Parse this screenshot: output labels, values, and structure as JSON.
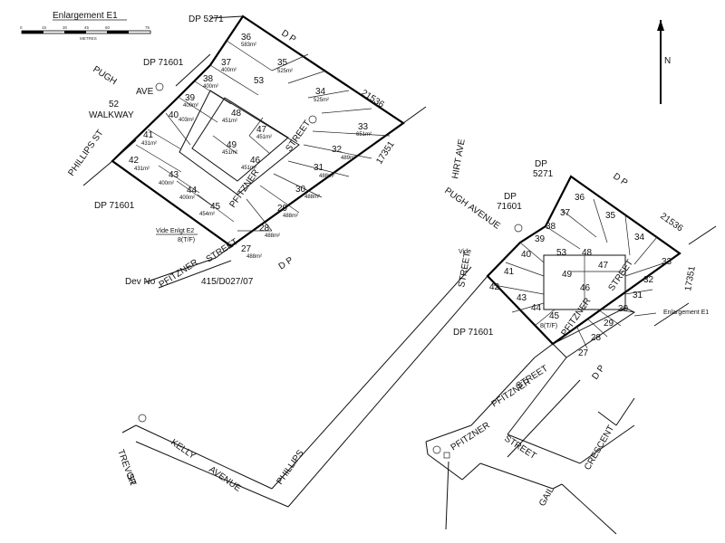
{
  "title": "Enlargement E1",
  "scale_bar": {
    "ticks": [
      "0",
      "15",
      "30",
      "45",
      "60",
      "75"
    ],
    "unit": "METRES"
  },
  "enlargement": {
    "lots": [
      {
        "n": "36",
        "area": "583m²"
      },
      {
        "n": "37",
        "area": "400m²"
      },
      {
        "n": "38",
        "area": "400m²"
      },
      {
        "n": "39",
        "area": "400m²"
      },
      {
        "n": "40",
        "area": "403m²"
      },
      {
        "n": "41",
        "area": "431m²"
      },
      {
        "n": "42",
        "area": "431m²"
      },
      {
        "n": "43",
        "area": "400m²"
      },
      {
        "n": "44",
        "area": "400m²"
      },
      {
        "n": "45",
        "area": "454m²"
      },
      {
        "n": "46",
        "area": "451m²"
      },
      {
        "n": "47",
        "area": "451m²"
      },
      {
        "n": "48",
        "area": "451m²"
      },
      {
        "n": "49",
        "area": "451m²"
      },
      {
        "n": "53",
        "area": ""
      },
      {
        "n": "35",
        "area": "525m²"
      },
      {
        "n": "34",
        "area": "525m²"
      },
      {
        "n": "33",
        "area": "651m²"
      },
      {
        "n": "32",
        "area": "489m²"
      },
      {
        "n": "31",
        "area": "488m²"
      },
      {
        "n": "30",
        "area": "488m²"
      },
      {
        "n": "29",
        "area": "488m²"
      },
      {
        "n": "28",
        "area": "488m²"
      },
      {
        "n": "27",
        "area": "488m²"
      },
      {
        "n": "52",
        "area": ""
      }
    ],
    "labels": {
      "dp5271": "DP 5271",
      "dp71601_top": "DP 71601",
      "dp71601_left": "DP 71601",
      "dp_top": "D P",
      "dp_bottom": "D P",
      "dp21536": "21536",
      "dp17351": "17351",
      "pugh": "PUGH",
      "ave": "AVE",
      "walkway": "WALKWAY",
      "phillips": "PHILLIPS  ST",
      "pfitzner1": "PFITZNER",
      "street1": "STREET",
      "pfitzner2": "PFITZNER",
      "street2": "STREET",
      "vide": "Vide Enlgt E2",
      "btf": "8(T/F)",
      "dev": "Dev  No",
      "devno": "415/D027/07"
    }
  },
  "main": {
    "lots": [
      "36",
      "35",
      "37",
      "38",
      "34",
      "39",
      "40",
      "53",
      "48",
      "47",
      "33",
      "49",
      "41",
      "42",
      "46",
      "32",
      "43",
      "44",
      "45",
      "31",
      "30",
      "29",
      "28",
      "27"
    ],
    "labels": {
      "hirt": "HIRT  AVE",
      "dp5271": "DP",
      "dp5271n": "5271",
      "dp71601": "DP",
      "dp71601n": "71601",
      "dp_top": "D P",
      "dp21536": "21536",
      "dp17351": "17351",
      "pugh": "PUGH",
      "avenue": "AVENUE",
      "street": "STREET",
      "vide": "Vide",
      "enl": "Enlargement E1",
      "pfitzner1": "PFITZNER",
      "street1": "STREET",
      "btf": "8(T/F)",
      "dp71601b": "DP  71601",
      "dp_bottom": "D P",
      "pfitzner2": "PFITZNER",
      "street2": "STREET",
      "pfitzner3": "PFITZNER",
      "street3": "STREET",
      "crescent": "CRESCENT",
      "gail": "GAIL",
      "trevor": "TREVOR",
      "st": "ST",
      "kelly": "KELLY",
      "avenue2": "AVENUE",
      "phillips": "PHILLIPS"
    }
  },
  "north": "N"
}
